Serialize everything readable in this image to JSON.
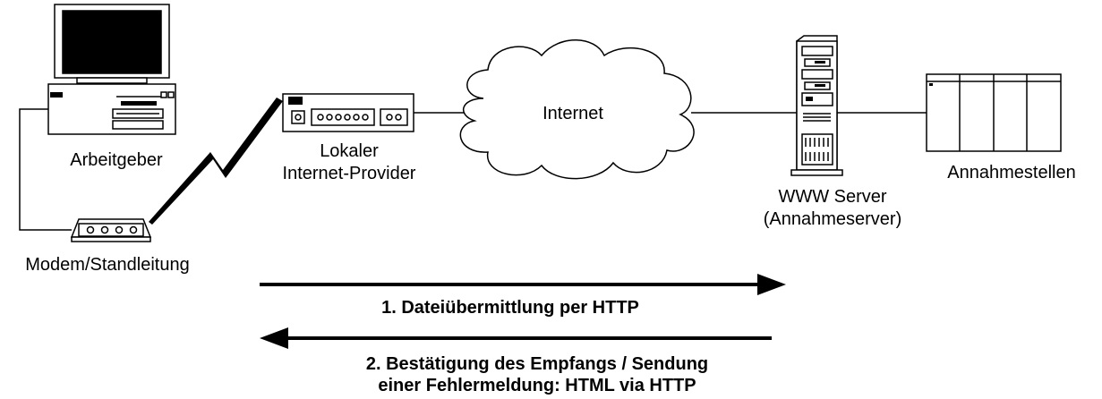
{
  "nodes": {
    "employer": {
      "label": "Arbeitgeber"
    },
    "modem": {
      "label": "Modem/Standleitung"
    },
    "provider": {
      "label_line1": "Lokaler",
      "label_line2": "Internet-Provider"
    },
    "internet": {
      "label": "Internet"
    },
    "server": {
      "label_line1": "WWW Server",
      "label_line2": "(Annahmeserver)"
    },
    "annahmestellen": {
      "label": "Annahmestellen"
    }
  },
  "flows": {
    "upload": {
      "label": "1. Dateiübermittlung  per HTTP"
    },
    "confirmation": {
      "label_line1": "2. Bestätigung des Empfangs / Sendung",
      "label_line2": "einer Fehlermeldung: HTML via HTTP"
    }
  }
}
